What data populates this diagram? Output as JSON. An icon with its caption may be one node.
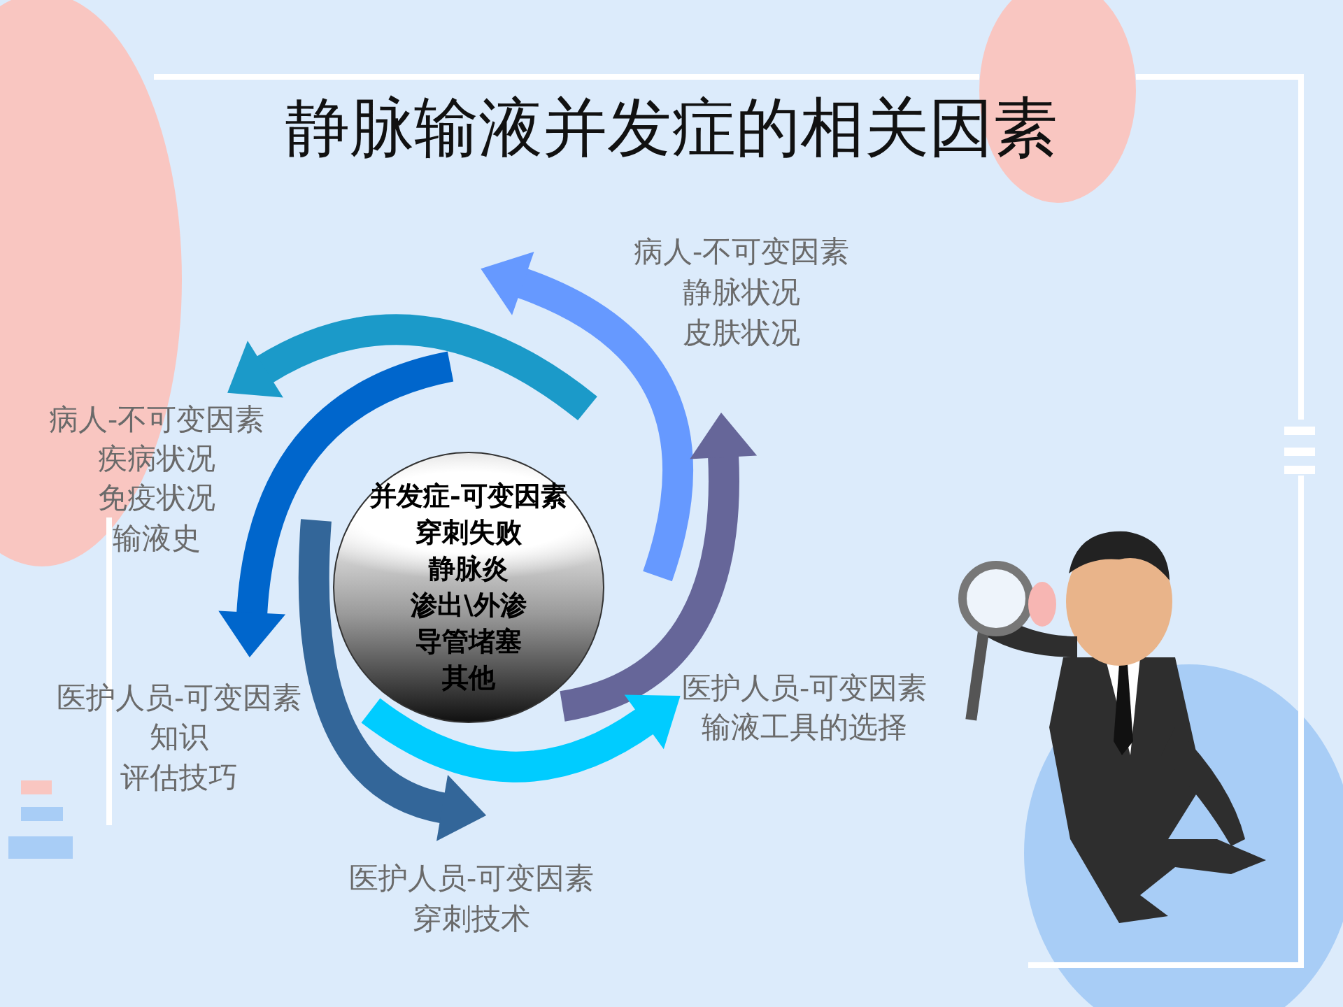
{
  "diagram": {
    "title": "静脉输液并发症的相关因素",
    "nodes": [
      {
        "text": [
          "并发症-可变因素",
          "穿刺失败",
          "静脉炎",
          "渗出\\外渗",
          "导管堵塞",
          "其他"
        ]
      }
    ],
    "labels": [
      "病人-不可变因素",
      "静脉状况",
      "皮肤状况",
      "病人-不可变因素",
      "疾病状况",
      "免疫状况",
      "输液史",
      "医护人员-可变因素",
      "输液工具的选择",
      "医护人员-可变因素",
      "知识",
      "评估技巧",
      "医护人员-可变因素",
      "穿刺技术"
    ]
  }
}
